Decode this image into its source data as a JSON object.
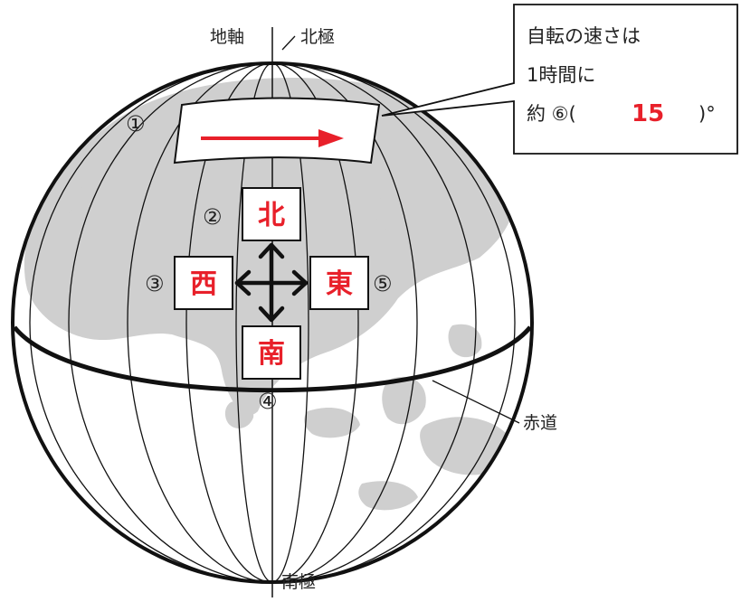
{
  "labels": {
    "axis": "地軸",
    "north_pole": "北極",
    "south_pole": "南極",
    "equator": "赤道"
  },
  "callout": {
    "line1": "自転の速さは",
    "line2": "1時間に",
    "line3_prefix": "約 ⑥(",
    "answer": "15",
    "line3_suffix": ")°"
  },
  "directions": {
    "north": "北",
    "south": "南",
    "west": "西",
    "east": "東"
  },
  "markers": {
    "m1": "①",
    "m2": "②",
    "m3": "③",
    "m4": "④",
    "m5": "⑤"
  },
  "colors": {
    "accent": "#e8202a",
    "land": "#cfcfcf",
    "line": "#111111"
  }
}
